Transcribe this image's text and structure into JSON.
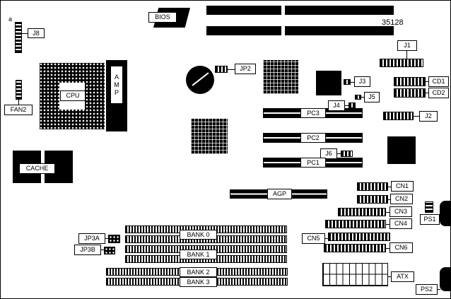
{
  "diagram": {
    "part_number": "35128",
    "corner_mark": "a"
  },
  "labels": {
    "j8": "J8",
    "bios": "BIOS",
    "j1": "J1",
    "jp2": "JP2",
    "cpu": "CPU",
    "amp": "AMP",
    "fan2": "FAN2",
    "j3": "J3",
    "j4": "J4",
    "j5": "J5",
    "cd1": "CD1",
    "cd2": "CD2",
    "pc3": "PC3",
    "j2": "J2",
    "pc2": "PC2",
    "j6": "J6",
    "pc1": "PC1",
    "cache": "CACHE",
    "agp": "AGP",
    "cn1": "CN1",
    "cn2": "CN2",
    "cn3": "CN3",
    "cn4": "CN4",
    "ps1": "PS1",
    "cn5": "CN5",
    "cn6": "CN6",
    "jp3a": "JP3A",
    "jp3b": "JP3B",
    "bank0": "BANK 0",
    "bank1": "BANK 1",
    "bank2": "BANK 2",
    "bank3": "BANK 3",
    "atx": "ATX",
    "ps2": "PS2"
  },
  "colors": {
    "ink": "#000000",
    "paper": "#ffffff"
  }
}
